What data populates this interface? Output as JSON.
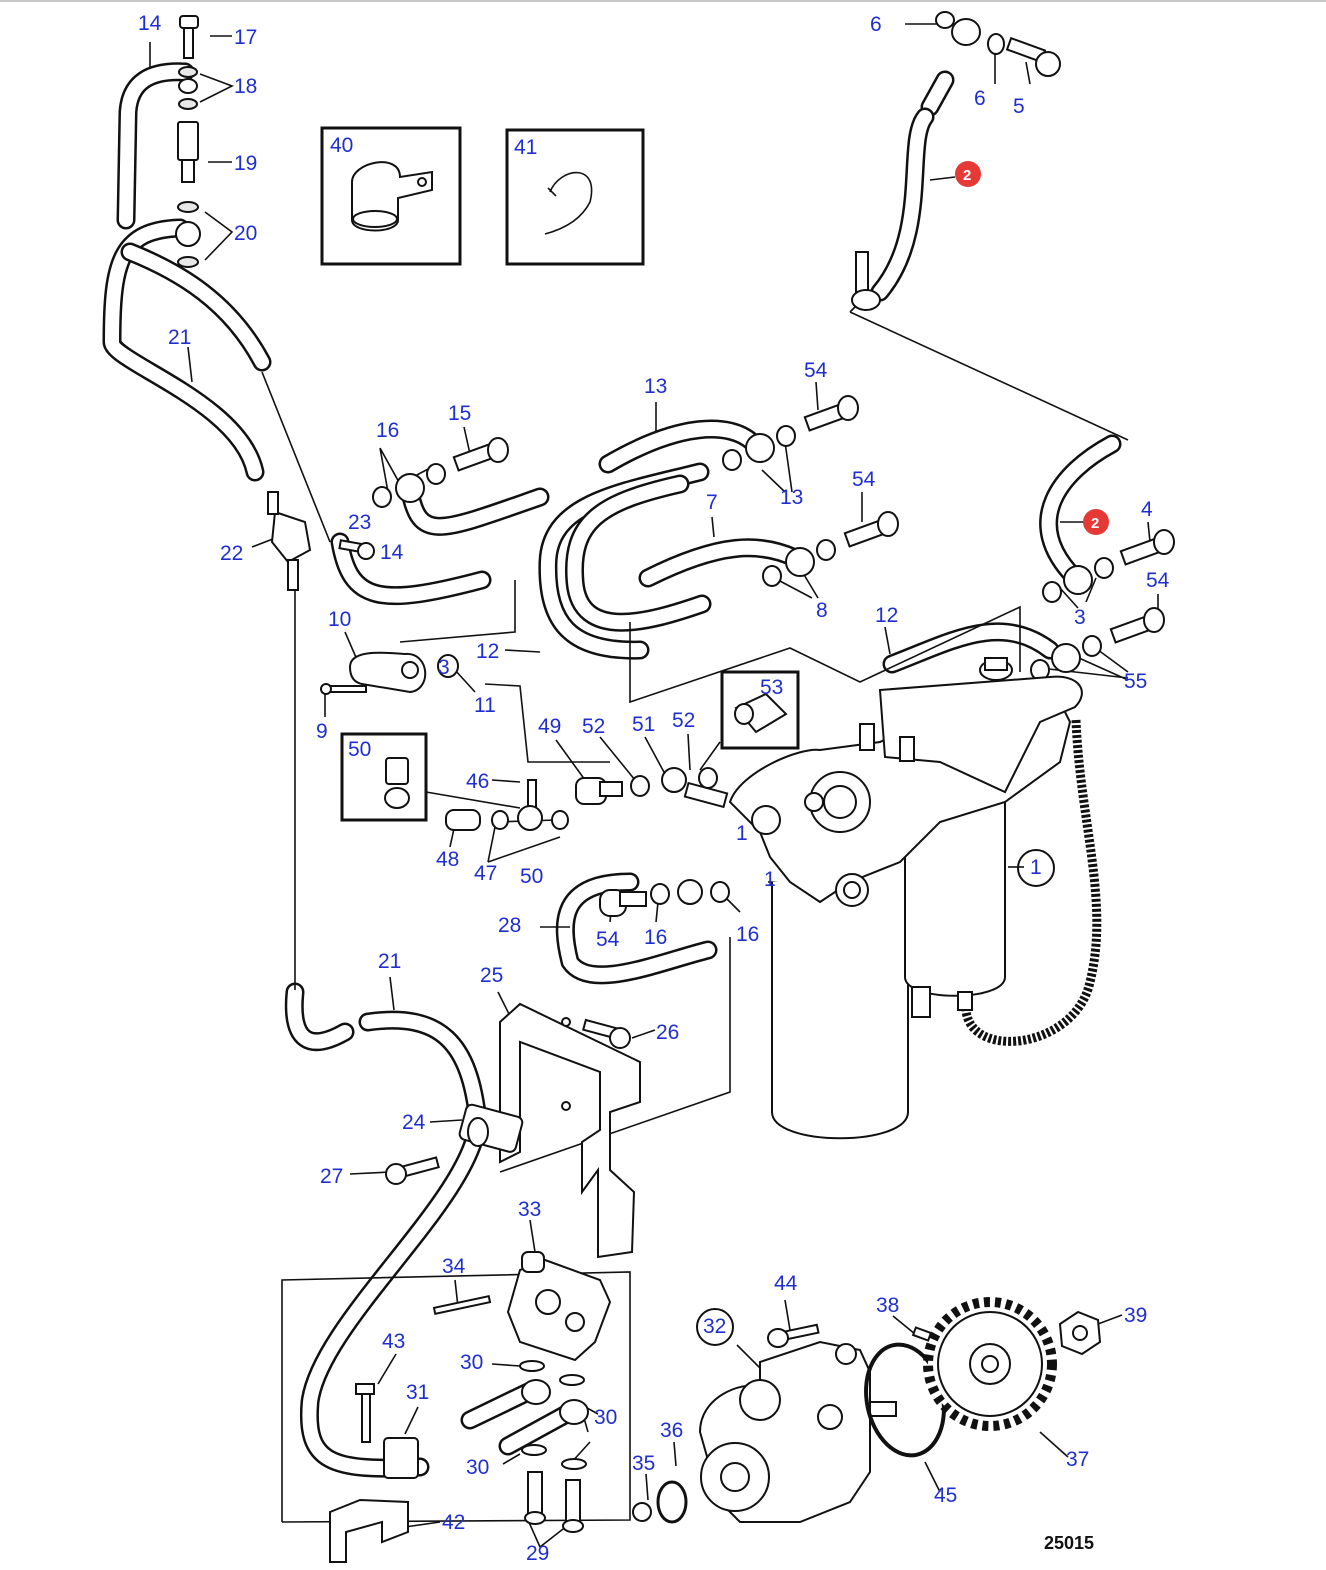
{
  "figure": {
    "drawing_number": "25015",
    "colors": {
      "callout": "#1f2fcf",
      "line": "#111111",
      "badge": "#e53935"
    }
  },
  "callouts": [
    {
      "id": "c14a",
      "text": "14"
    },
    {
      "id": "c17",
      "text": "17"
    },
    {
      "id": "c18",
      "text": "18"
    },
    {
      "id": "c19",
      "text": "19"
    },
    {
      "id": "c20",
      "text": "20"
    },
    {
      "id": "c21a",
      "text": "21"
    },
    {
      "id": "c22",
      "text": "22"
    },
    {
      "id": "c23",
      "text": "23"
    },
    {
      "id": "c14b",
      "text": "14"
    },
    {
      "id": "c40",
      "text": "40"
    },
    {
      "id": "c41",
      "text": "41"
    },
    {
      "id": "c6a",
      "text": "6"
    },
    {
      "id": "c6b",
      "text": "6"
    },
    {
      "id": "c5",
      "text": "5"
    },
    {
      "id": "c16a",
      "text": "16"
    },
    {
      "id": "c15",
      "text": "15"
    },
    {
      "id": "c13a",
      "text": "13"
    },
    {
      "id": "c54a",
      "text": "54"
    },
    {
      "id": "c13b",
      "text": "13"
    },
    {
      "id": "c54b",
      "text": "54"
    },
    {
      "id": "c7",
      "text": "7"
    },
    {
      "id": "c8",
      "text": "8"
    },
    {
      "id": "c4",
      "text": "4"
    },
    {
      "id": "c54c",
      "text": "54"
    },
    {
      "id": "c3a",
      "text": "3"
    },
    {
      "id": "c12a",
      "text": "12"
    },
    {
      "id": "c55",
      "text": "55"
    },
    {
      "id": "c12b",
      "text": "12"
    },
    {
      "id": "c10",
      "text": "10"
    },
    {
      "id": "c3b",
      "text": "3"
    },
    {
      "id": "c11",
      "text": "11"
    },
    {
      "id": "c9",
      "text": "9"
    },
    {
      "id": "c53",
      "text": "53"
    },
    {
      "id": "c49",
      "text": "49"
    },
    {
      "id": "c52a",
      "text": "52"
    },
    {
      "id": "c51",
      "text": "51"
    },
    {
      "id": "c52b",
      "text": "52"
    },
    {
      "id": "c50a",
      "text": "50"
    },
    {
      "id": "c46",
      "text": "46"
    },
    {
      "id": "c48",
      "text": "48"
    },
    {
      "id": "c47",
      "text": "47"
    },
    {
      "id": "c50b",
      "text": "50"
    },
    {
      "id": "c1a",
      "text": "1"
    },
    {
      "id": "c1b",
      "text": "1"
    },
    {
      "id": "c1c",
      "text": "1"
    },
    {
      "id": "c28",
      "text": "28"
    },
    {
      "id": "c54d",
      "text": "54"
    },
    {
      "id": "c16b",
      "text": "16"
    },
    {
      "id": "c16c",
      "text": "16"
    },
    {
      "id": "c21b",
      "text": "21"
    },
    {
      "id": "c25",
      "text": "25"
    },
    {
      "id": "c26",
      "text": "26"
    },
    {
      "id": "c24",
      "text": "24"
    },
    {
      "id": "c27",
      "text": "27"
    },
    {
      "id": "c33",
      "text": "33"
    },
    {
      "id": "c34",
      "text": "34"
    },
    {
      "id": "c44",
      "text": "44"
    },
    {
      "id": "c38",
      "text": "38"
    },
    {
      "id": "c39",
      "text": "39"
    },
    {
      "id": "c32",
      "text": "32"
    },
    {
      "id": "c43",
      "text": "43"
    },
    {
      "id": "c30a",
      "text": "30"
    },
    {
      "id": "c31",
      "text": "31"
    },
    {
      "id": "c30b",
      "text": "30"
    },
    {
      "id": "c36",
      "text": "36"
    },
    {
      "id": "c30c",
      "text": "30"
    },
    {
      "id": "c35",
      "text": "35"
    },
    {
      "id": "c37",
      "text": "37"
    },
    {
      "id": "c45",
      "text": "45"
    },
    {
      "id": "c42",
      "text": "42"
    },
    {
      "id": "c29",
      "text": "29"
    }
  ],
  "badges": [
    {
      "id": "b2a",
      "text": "2"
    },
    {
      "id": "b2b",
      "text": "2"
    }
  ]
}
